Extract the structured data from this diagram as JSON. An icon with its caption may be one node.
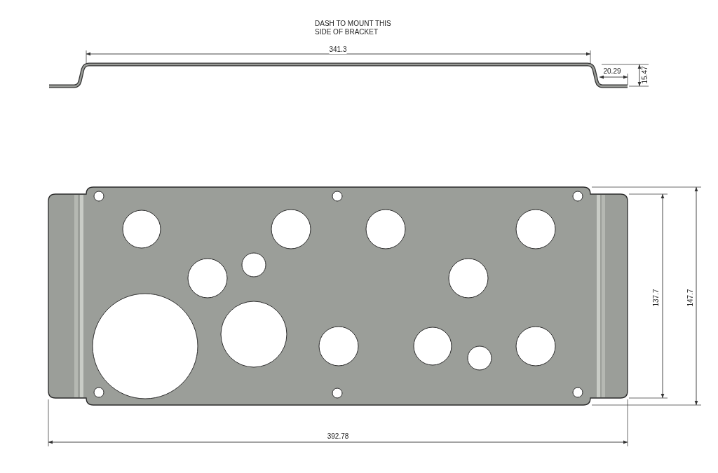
{
  "diagram": {
    "labels": [
      "DASH TO MOUNT THIS SIDE OF BRACKET",
      "341.3",
      "20.29",
      "15.47",
      "137.7",
      "147.7",
      "392.78"
    ]
  }
}
